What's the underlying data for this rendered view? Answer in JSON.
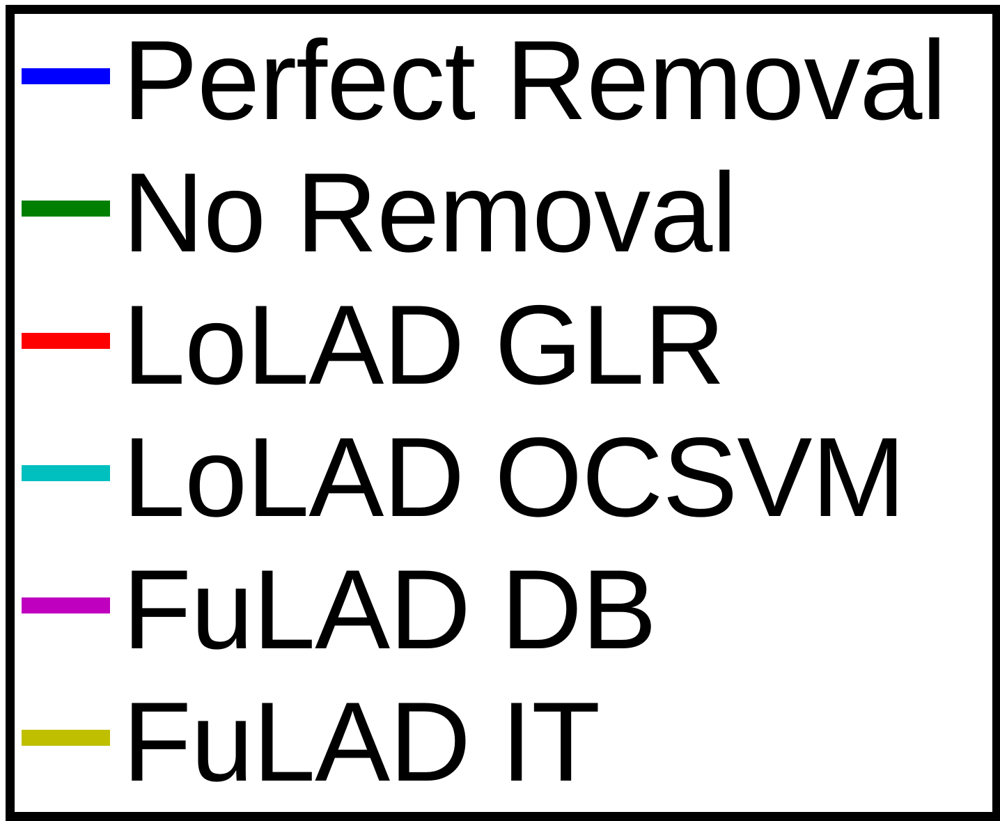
{
  "chart_data": {
    "type": "line",
    "title": "",
    "xlabel": "",
    "ylabel": "",
    "legend": {
      "placement": "standalone",
      "entries": [
        {
          "name": "Perfect Removal",
          "color": "#0000ff"
        },
        {
          "name": "No Removal",
          "color": "#007f00"
        },
        {
          "name": "LoLAD GLR",
          "color": "#ff0000"
        },
        {
          "name": "LoLAD OCSVM",
          "color": "#00bfbf"
        },
        {
          "name": "FuLAD DB",
          "color": "#bf00bf"
        },
        {
          "name": "FuLAD IT",
          "color": "#bfbf00"
        }
      ]
    },
    "series": [
      {
        "name": "Perfect Removal",
        "values": []
      },
      {
        "name": "No Removal",
        "values": []
      },
      {
        "name": "LoLAD GLR",
        "values": []
      },
      {
        "name": "LoLAD OCSVM",
        "values": []
      },
      {
        "name": "FuLAD DB",
        "values": []
      },
      {
        "name": "FuLAD IT",
        "values": []
      }
    ]
  }
}
